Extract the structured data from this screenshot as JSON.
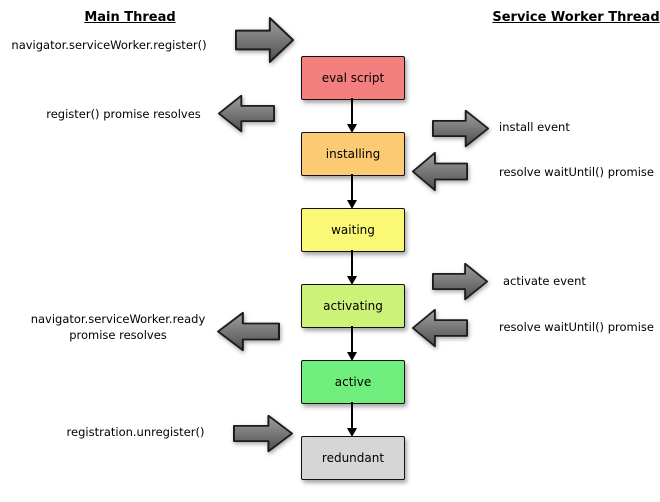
{
  "headers": {
    "main_thread": "Main Thread",
    "service_worker_thread": "Service Worker Thread"
  },
  "states": [
    {
      "label": "eval script",
      "color": "#f47f7f"
    },
    {
      "label": "installing",
      "color": "#fbca73"
    },
    {
      "label": "waiting",
      "color": "#faf874"
    },
    {
      "label": "activating",
      "color": "#ccf277"
    },
    {
      "label": "active",
      "color": "#70ee7d"
    },
    {
      "label": "redundant",
      "color": "#d6d6d6"
    }
  ],
  "annotations": {
    "register_call": "navigator.serviceWorker.register()",
    "register_resolves": "register() promise resolves",
    "install_event": "install event",
    "install_wait_until": "resolve waitUntil() promise",
    "activate_event": "activate event",
    "activate_wait_until": "resolve waitUntil() promise",
    "ready_line1": "navigator.serviceWorker.ready",
    "ready_line2": "promise resolves",
    "unregister_call": "registration.unregister()"
  },
  "arrow_style": {
    "fill_top": "#a0a0a0",
    "fill_bottom": "#4e4e4e",
    "outline": "#1c1c1c"
  }
}
